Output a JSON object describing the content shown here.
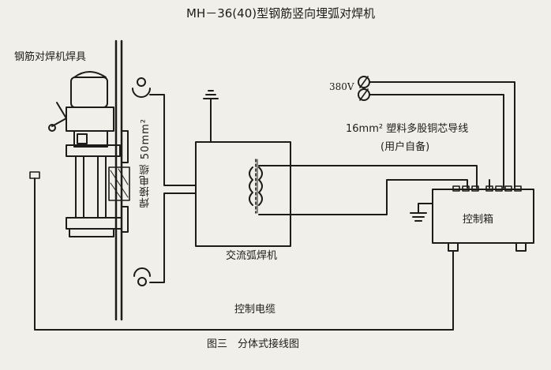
{
  "title": "MH－36(40)型钢筋竖向埋弧对焊机",
  "labels": {
    "clamp": "钢筋对焊机焊具",
    "weld_cable": "焊接电缆 50mm²",
    "ac_welder": "交流弧焊机",
    "control_box": "控制箱",
    "voltage": "380V",
    "wire_spec": "16mm² 塑料多股铜芯导线",
    "user_supplied": "(用户自备)",
    "control_cable": "控制电缆"
  },
  "caption": "图三　分体式接线图",
  "colors": {
    "ink": "#1e1c1a",
    "paper": "#f1efe9"
  }
}
